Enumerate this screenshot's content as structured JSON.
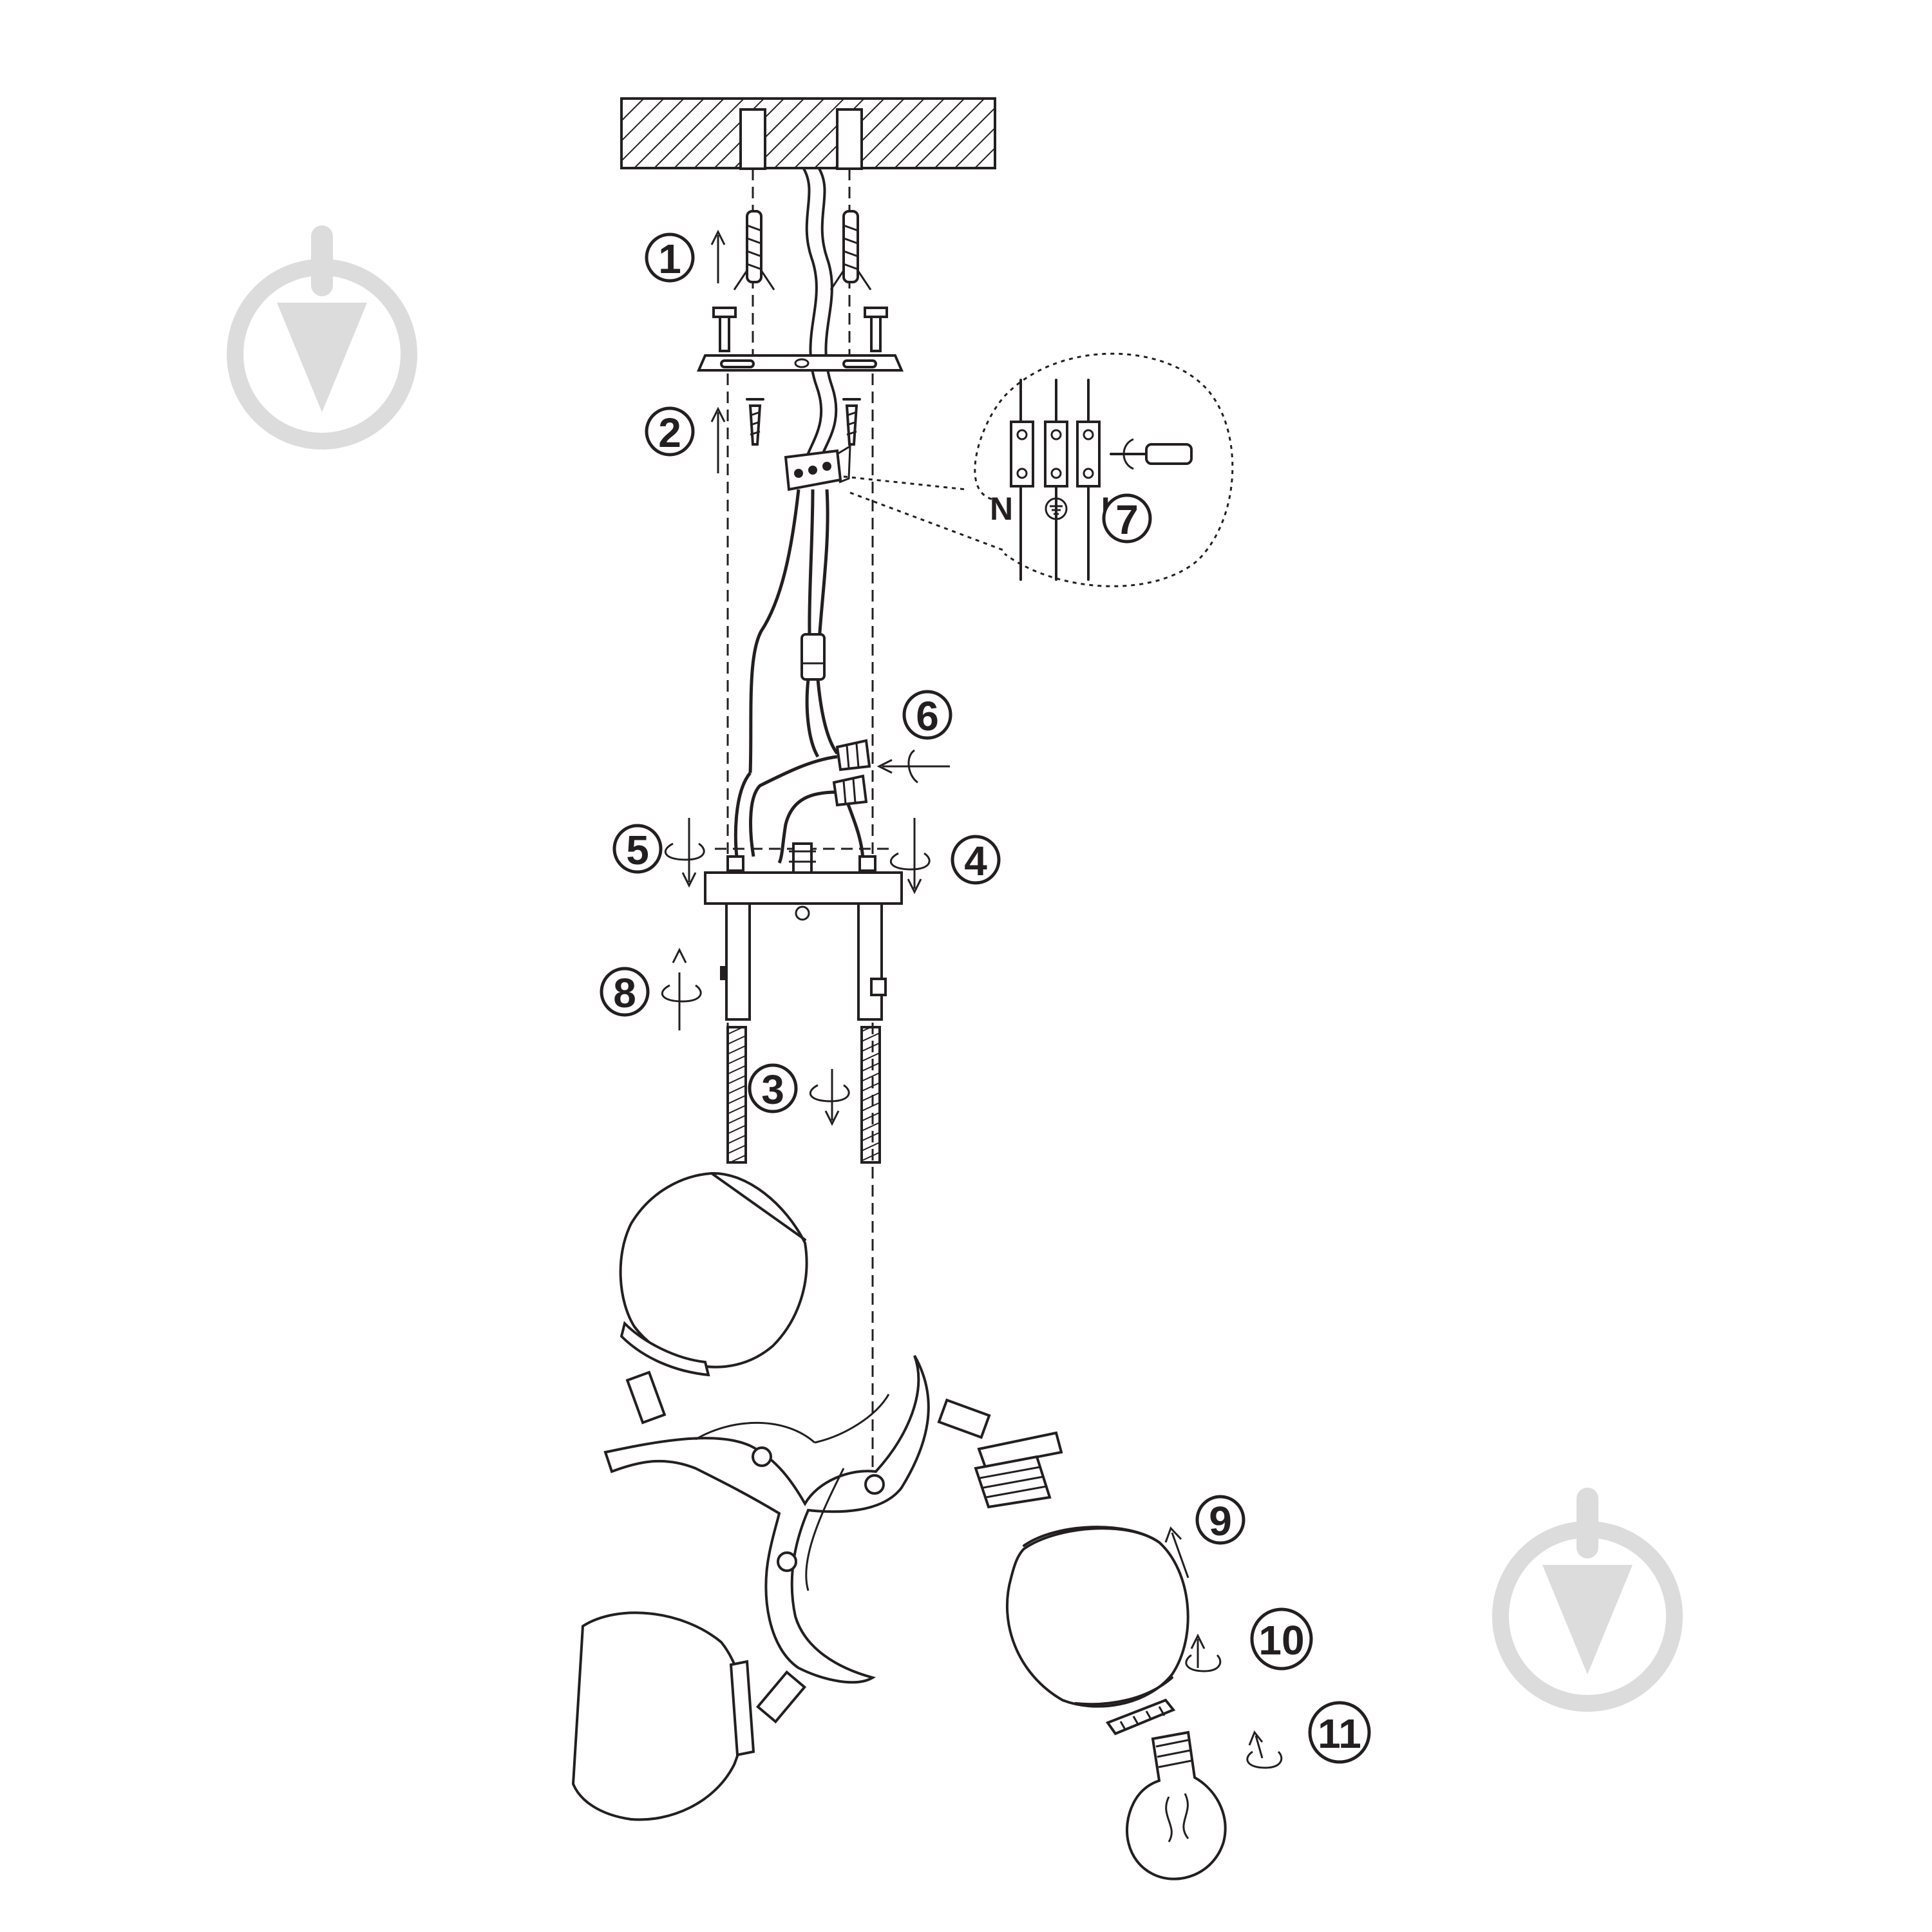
{
  "steps": [
    {
      "number": "1"
    },
    {
      "number": "2"
    },
    {
      "number": "3"
    },
    {
      "number": "4"
    },
    {
      "number": "5"
    },
    {
      "number": "6"
    },
    {
      "number": "7"
    },
    {
      "number": "8"
    },
    {
      "number": "9"
    },
    {
      "number": "10"
    },
    {
      "number": "11"
    }
  ],
  "terminals": {
    "neutral": "N",
    "live": "L",
    "earth": "earth-symbol"
  },
  "icons": [
    "ceiling",
    "wall-plug",
    "screw",
    "mounting-bracket",
    "terminal-block",
    "screwdriver",
    "wire-connector",
    "canopy",
    "threaded-rod",
    "lamp-arm-frame",
    "glass-shade",
    "lamp-socket",
    "shade-ring",
    "light-bulb",
    "watermark-logo"
  ]
}
